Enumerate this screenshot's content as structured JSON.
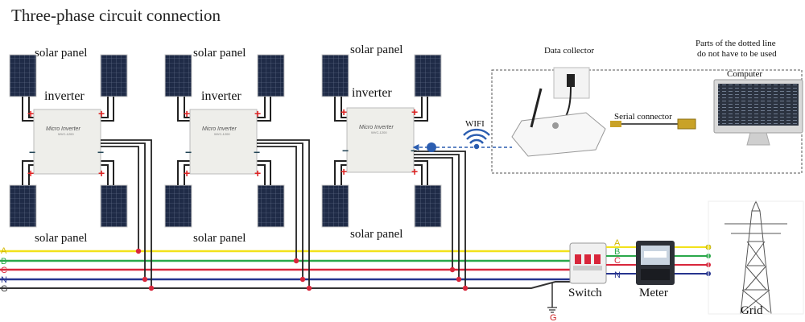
{
  "title": "Three-phase circuit connection",
  "labels": {
    "solar_panel": "solar panel",
    "inverter": "inverter",
    "inverter_face": "Micro Inverter",
    "inverter_model": "WVC-1200",
    "wifi": "WIFI",
    "data_collector": "Data collector",
    "serial_connector": "Serial connector",
    "computer": "Computer",
    "note_line1": "Parts of the dotted line",
    "note_line2": "do not have to be used",
    "switch": "Switch",
    "meter": "Meter",
    "grid": "Grid",
    "plus": "+",
    "minus": "−",
    "ground": "G"
  },
  "lines": [
    {
      "name": "A",
      "color": "#f2e21b"
    },
    {
      "name": "B",
      "color": "#2aa84a"
    },
    {
      "name": "C",
      "color": "#d8263b"
    },
    {
      "name": "N",
      "color": "#26348f"
    },
    {
      "name": "G",
      "color": "#333333"
    }
  ],
  "colors": {
    "panel": "#1e2a44",
    "inverter_body": "#eeeeea",
    "node_red": "#d8263b",
    "wifi_blue": "#2b5db0"
  }
}
